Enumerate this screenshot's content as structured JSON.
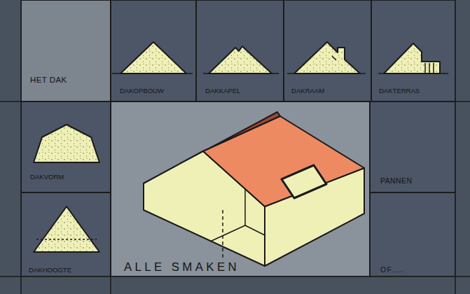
{
  "diagram": {
    "nodes": [
      {
        "text": [
          "HET DAK"
        ]
      },
      {
        "text": [
          "DAKOPBOUW"
        ]
      },
      {
        "text": [
          "DAKKAPEL"
        ]
      },
      {
        "text": [
          "DAKRAAM"
        ]
      },
      {
        "text": [
          "DAKTERRAS"
        ]
      },
      {
        "text": [
          "DAKVORM"
        ]
      },
      {
        "text": [
          "ALLE SMAKEN"
        ]
      },
      {
        "text": [
          "PANNEN"
        ]
      },
      {
        "text": [
          "DAKHOOGTE"
        ]
      },
      {
        "text": [
          "OF...."
        ]
      }
    ]
  }
}
